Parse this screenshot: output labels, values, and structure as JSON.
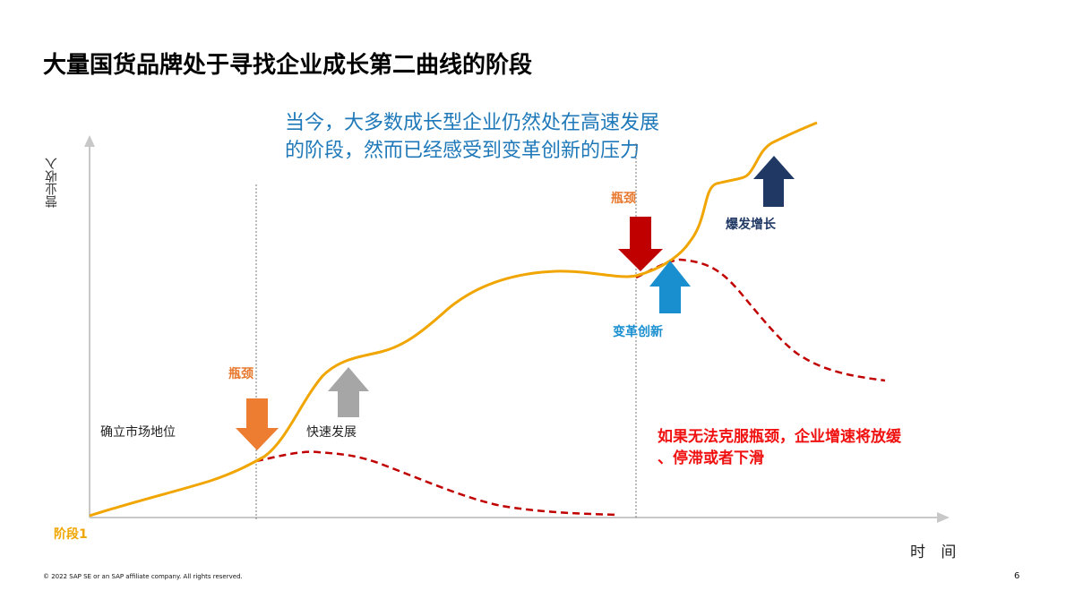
{
  "slide": {
    "title": "大量国货品牌处于寻找企业成长第二曲线的阶段",
    "callout_line1": "当今，大多数成长型企业仍然处在高速发展",
    "callout_line2": "的阶段，然而已经感受到变革创新的压力",
    "warning_line1": "如果无法克服瓶颈，企业增速将放缓",
    "warning_line2": "、停滞或者下滑",
    "footer": "© 2022 SAP SE or an SAP affiliate company. All rights reserved.",
    "page_number": "6"
  },
  "chart_data": {
    "type": "line",
    "title": "大量国货品牌处于寻找企业成长第二曲线的阶段",
    "xlabel": "时 间",
    "ylabel": "营业收入",
    "stage_label": "阶段1",
    "annotations": [
      {
        "text": "确立市场地位",
        "color": "#222222"
      },
      {
        "text": "瓶颈",
        "color": "#E8782E",
        "arrow": "down",
        "arrow_color": "#ED7D31"
      },
      {
        "text": "快速发展",
        "color": "#222222",
        "arrow": "up",
        "arrow_color": "#A6A6A6"
      },
      {
        "text": "瓶颈",
        "color": "#E8782E",
        "arrow": "down",
        "arrow_color": "#C00000"
      },
      {
        "text": "变革创新",
        "color": "#1A8FD0",
        "arrow": "up",
        "arrow_color": "#1A8FD0"
      },
      {
        "text": "爆发增长",
        "color": "#1F3864",
        "arrow": "up",
        "arrow_color": "#1F3864"
      }
    ],
    "series": [
      {
        "name": "growth-curve",
        "style": "solid",
        "color": "#F0A500",
        "description": "S-curve growth: slow start, bottleneck, rapid growth, plateau, second bottleneck, explosive growth"
      },
      {
        "name": "decline-after-bottleneck-1",
        "style": "dashed",
        "color": "#C00000"
      },
      {
        "name": "decline-after-bottleneck-2",
        "style": "dashed",
        "color": "#C00000"
      }
    ],
    "grid": false,
    "legend": "none"
  },
  "colors": {
    "title": "#000000",
    "callout": "#1F79B9",
    "curve": "#F0A500",
    "dashed": "#C00000",
    "axis": "#C8C8C8",
    "warning": "#F01010"
  }
}
